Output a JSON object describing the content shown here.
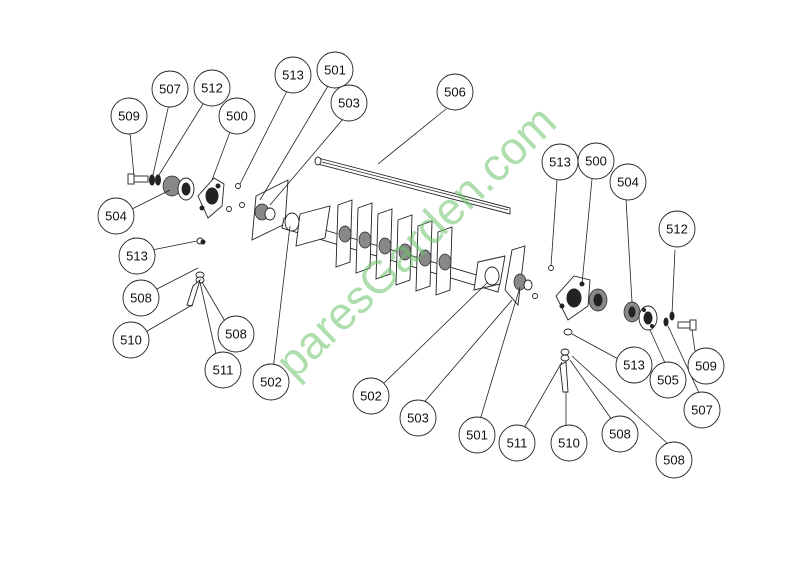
{
  "watermark": "SparesGarden.com",
  "callouts": [
    {
      "label": "509"
    },
    {
      "label": "507"
    },
    {
      "label": "512"
    },
    {
      "label": "500"
    },
    {
      "label": "513"
    },
    {
      "label": "501"
    },
    {
      "label": "503"
    },
    {
      "label": "506"
    },
    {
      "label": "504"
    },
    {
      "label": "513"
    },
    {
      "label": "508"
    },
    {
      "label": "510"
    },
    {
      "label": "508"
    },
    {
      "label": "511"
    },
    {
      "label": "502"
    },
    {
      "label": "502"
    },
    {
      "label": "503"
    },
    {
      "label": "501"
    },
    {
      "label": "511"
    },
    {
      "label": "510"
    },
    {
      "label": "508"
    },
    {
      "label": "508"
    },
    {
      "label": "513"
    },
    {
      "label": "505"
    },
    {
      "label": "507"
    },
    {
      "label": "509"
    },
    {
      "label": "512"
    },
    {
      "label": "504"
    },
    {
      "label": "500"
    },
    {
      "label": "513"
    }
  ]
}
